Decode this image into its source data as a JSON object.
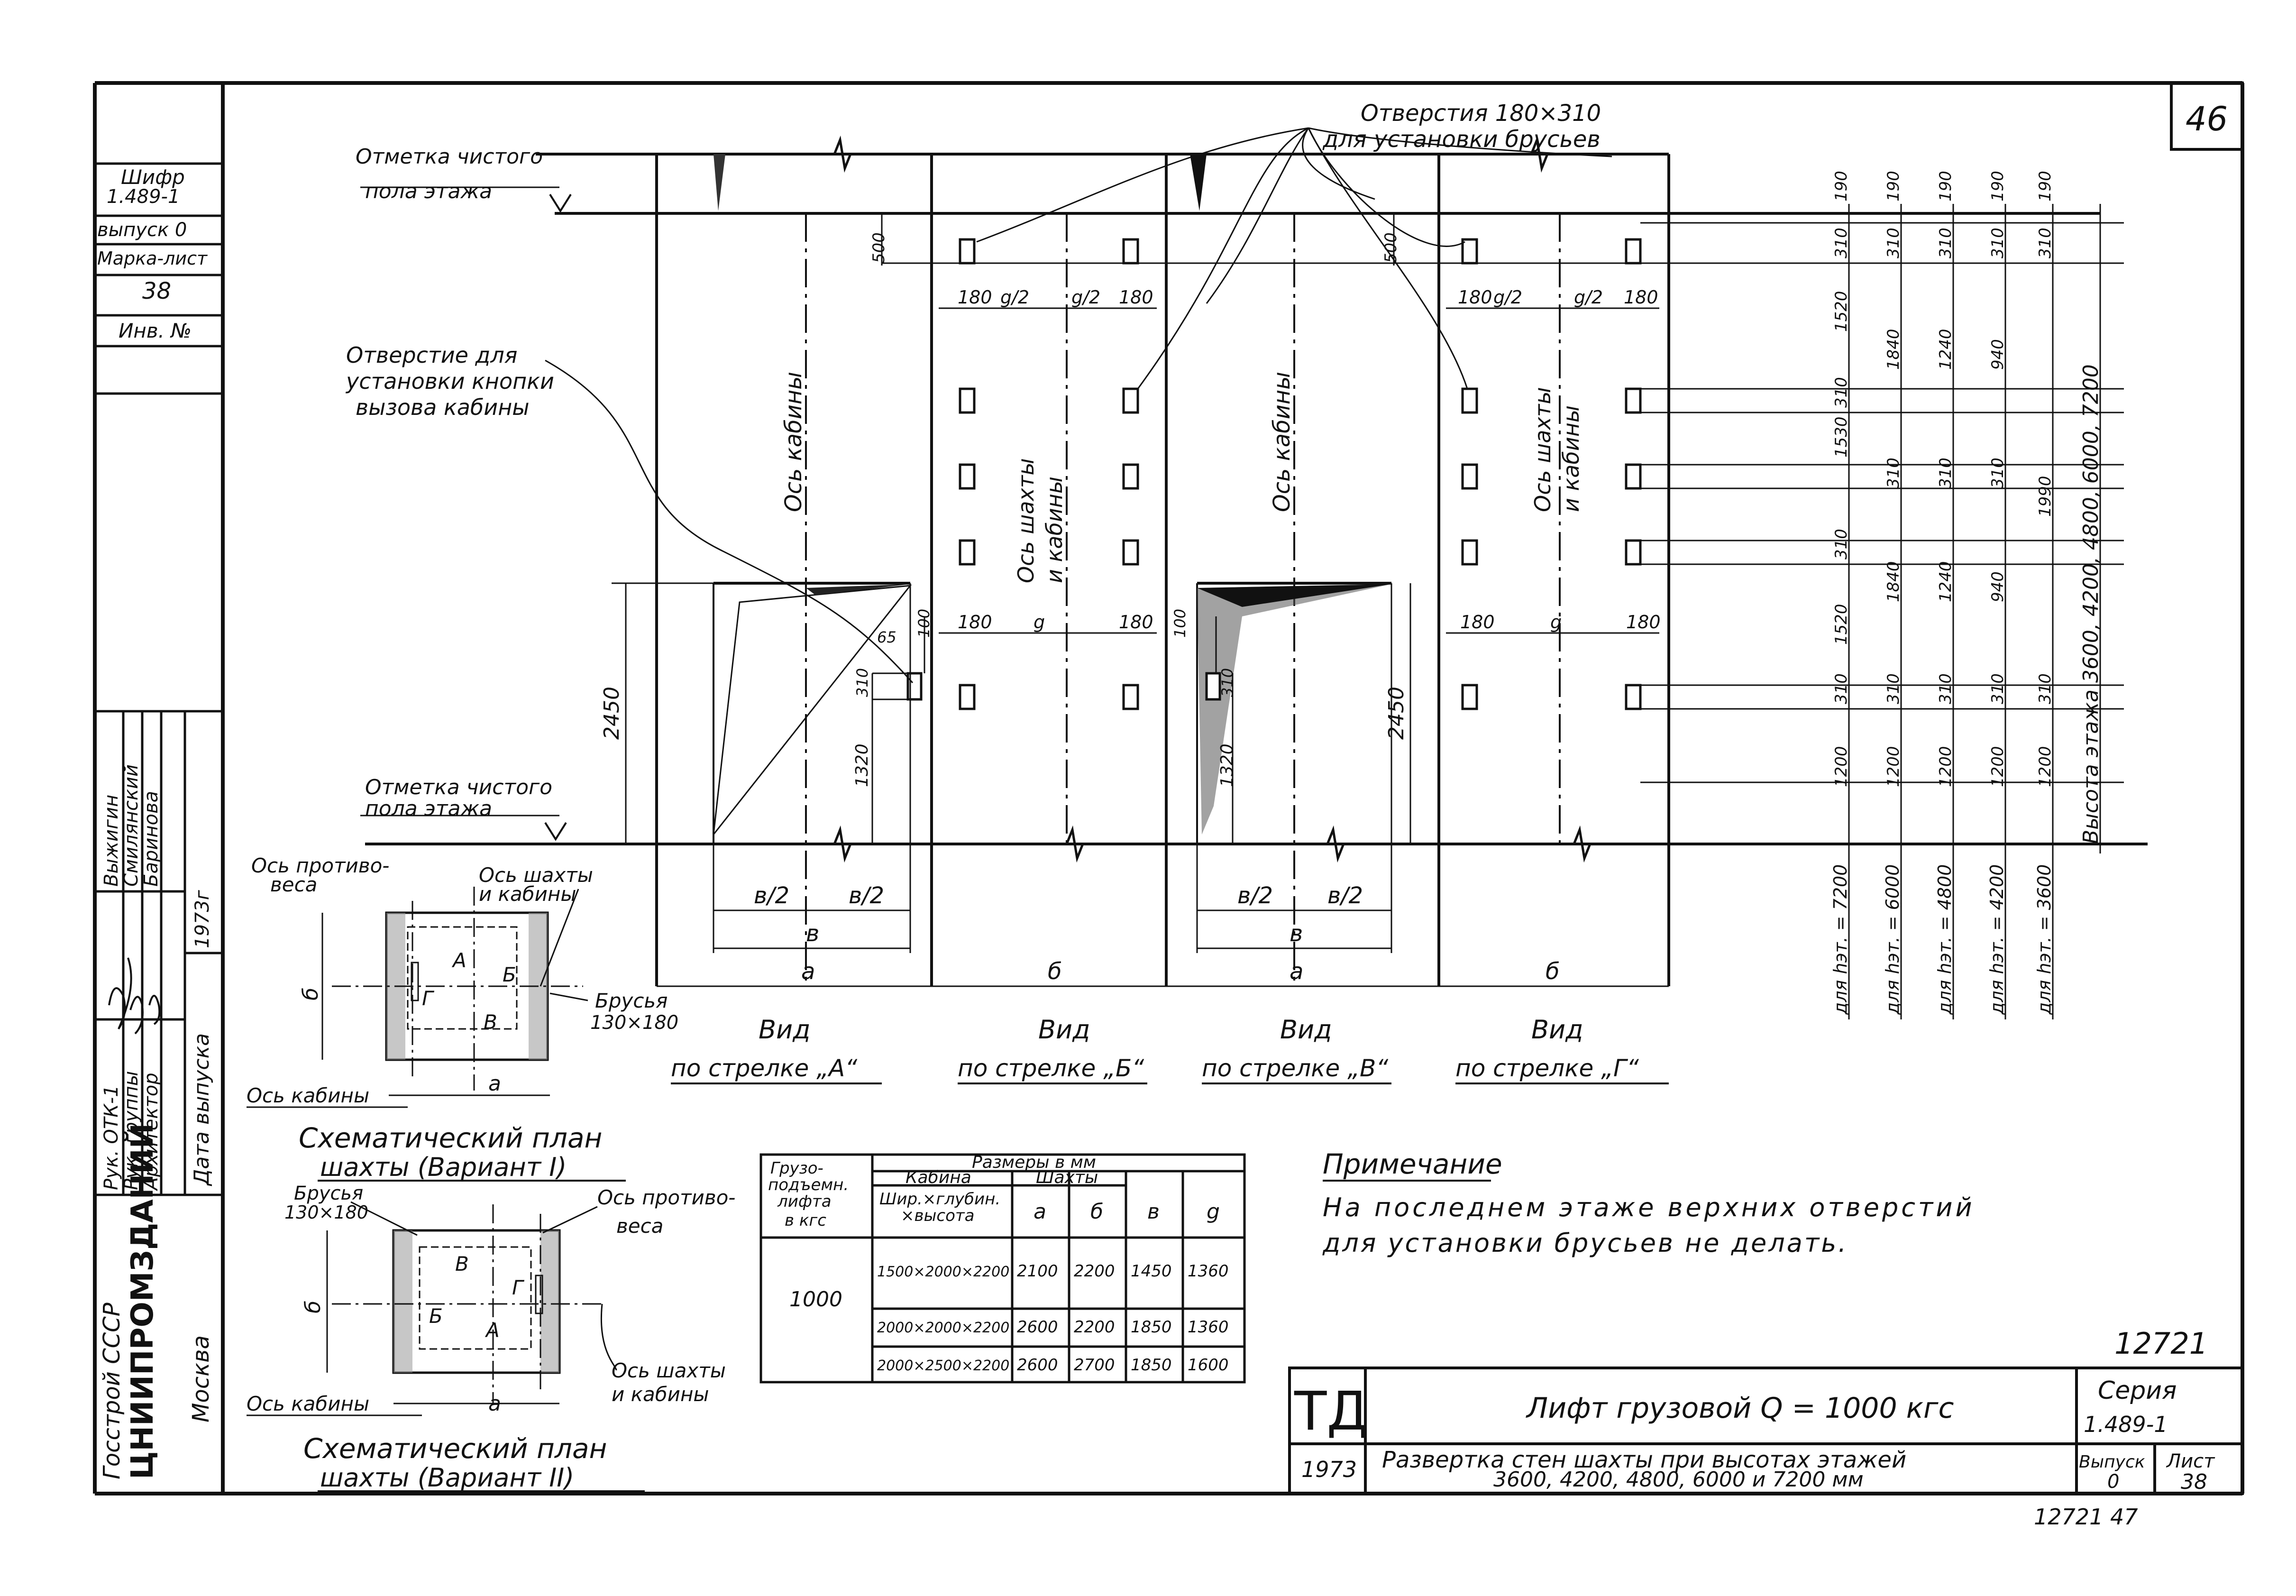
{
  "page_number": "46",
  "stamp": {
    "shifr": "Шифр",
    "series": "1.489-1",
    "vypusk": "выпуск 0",
    "marka_list": "Марка-лист",
    "marka_value": "38",
    "inv": "Инв. №"
  },
  "header_labels": {
    "clean_floor_top": [
      "Отметка чистого",
      "пола этажа"
    ],
    "openings": [
      "Отверстия 180×310",
      "для установки брусьев"
    ],
    "call_button": [
      "Отверстие для",
      "установки кнопки",
      "вызова кабины"
    ],
    "clean_floor_bottom": [
      "Отметка чистого",
      "пола этажа"
    ]
  },
  "panel_labels": {
    "cabin_axis": "Ось кабины",
    "shaft_axis": [
      "Ось шахты",
      "и кабины"
    ]
  },
  "dimensions": {
    "d500": "500",
    "d180": "180",
    "g_half": "g/2",
    "g": "g",
    "d65": "65",
    "d100": "100",
    "d310": "310",
    "d1320": "1320",
    "d2450": "2450",
    "b_half": "в/2",
    "b": "в",
    "a": "а",
    "bb": "б"
  },
  "views": [
    {
      "line1": "Вид",
      "line2": "по стрелке „А“"
    },
    {
      "line1": "Вид",
      "line2": "по стрелке „Б“"
    },
    {
      "line1": "Вид",
      "line2": "по стрелке „В“"
    },
    {
      "line1": "Вид",
      "line2": "по стрелке „Г“"
    }
  ],
  "height_columns": [
    {
      "top": "190",
      "vals": [
        "310",
        "1520",
        "310",
        "1530",
        "310",
        "1520",
        "310",
        "1200"
      ],
      "label": "для hэт. = 7200"
    },
    {
      "top": "190",
      "vals": [
        "310",
        "1840",
        "310",
        "1840",
        "310",
        "1200"
      ],
      "label": "для hэт. = 6000"
    },
    {
      "top": "190",
      "vals": [
        "310",
        "1240",
        "310",
        "1240",
        "310",
        "1200"
      ],
      "label": "для hэт. = 4800"
    },
    {
      "top": "190",
      "vals": [
        "310",
        "940",
        "310",
        "940",
        "310",
        "1200"
      ],
      "label": "для hэт. = 4200"
    },
    {
      "top": "190",
      "vals": [
        "310",
        "1990",
        "310",
        "1200"
      ],
      "label": "для hэт. = 3600"
    }
  ],
  "height_total": "Высота этажа 3600, 4200, 4800, 6000, 7200",
  "plan1": {
    "axis_counterweight": [
      "Ось противо-",
      "веса"
    ],
    "axis_shaft": [
      "Ось шахты",
      "и кабины"
    ],
    "bars": [
      "Брусья",
      "130×180"
    ],
    "axis_cabin": "Ось кабины",
    "letters": [
      "А",
      "Б",
      "В",
      "Г"
    ],
    "dim_a": "а",
    "dim_b": "б",
    "title": [
      "Схематический план",
      "шахты (Вариант I)"
    ]
  },
  "plan2": {
    "bars": [
      "Брусья",
      "130×180"
    ],
    "axis_counterweight": [
      "Ось противо-",
      "веса"
    ],
    "axis_shaft": [
      "Ось шахты",
      "и кабины"
    ],
    "axis_cabin": "Ось кабины",
    "letters": [
      "В",
      "Г",
      "Б",
      "А"
    ],
    "dim_a": "а",
    "dim_b": "б",
    "title": [
      "Схематический план",
      "шахты (Вариант II)"
    ]
  },
  "table": {
    "h_load": [
      "Грузо-",
      "подъемн.",
      "лифта",
      "в кгс"
    ],
    "h_sizes": "Размеры в мм",
    "h_cabin": "Кабина",
    "h_shaft": "Шахты",
    "h_cabin_sub": [
      "Шир.×глубин.",
      "×высота"
    ],
    "h_a": "а",
    "h_b": "б",
    "h_v": "в",
    "h_g": "g",
    "load": "1000",
    "rows": [
      [
        "1500×2000×2200",
        "2100",
        "2200",
        "1450",
        "1360"
      ],
      [
        "2000×2000×2200",
        "2600",
        "2200",
        "1850",
        "1360"
      ],
      [
        "2000×2500×2200",
        "2600",
        "2700",
        "1850",
        "1600"
      ]
    ]
  },
  "note": {
    "title": "Примечание",
    "text": [
      "На последнем этаже верхних отверстий",
      "для установки брусьев не делать."
    ]
  },
  "left_strip": {
    "roles": [
      "Рук. ОТК-1",
      "Рук. группы",
      "Архитектор"
    ],
    "names": [
      "Выжигин",
      "Смилянский",
      "Баринова"
    ],
    "date_label": "Дата выпуска",
    "year": "1973г",
    "org1": "Госстрой СССР",
    "org2": "ЦНИИПРОМЗДАНИЙ",
    "city": "Москва"
  },
  "title_block": {
    "logo": "ТД",
    "year": "1973",
    "title": "Лифт грузовой Q = 1000 кгс",
    "subtitle": [
      "Развертка стен шахты при высотах этажей",
      "3600, 4200, 4800, 6000 и 7200 мм"
    ],
    "seria_label": "Серия",
    "seria": "1.489-1",
    "vypusk_label": "Выпуск",
    "vypusk": "0",
    "list_label": "Лист",
    "list": "38"
  },
  "doc_number": "12721",
  "bottom_code": "12721 47"
}
